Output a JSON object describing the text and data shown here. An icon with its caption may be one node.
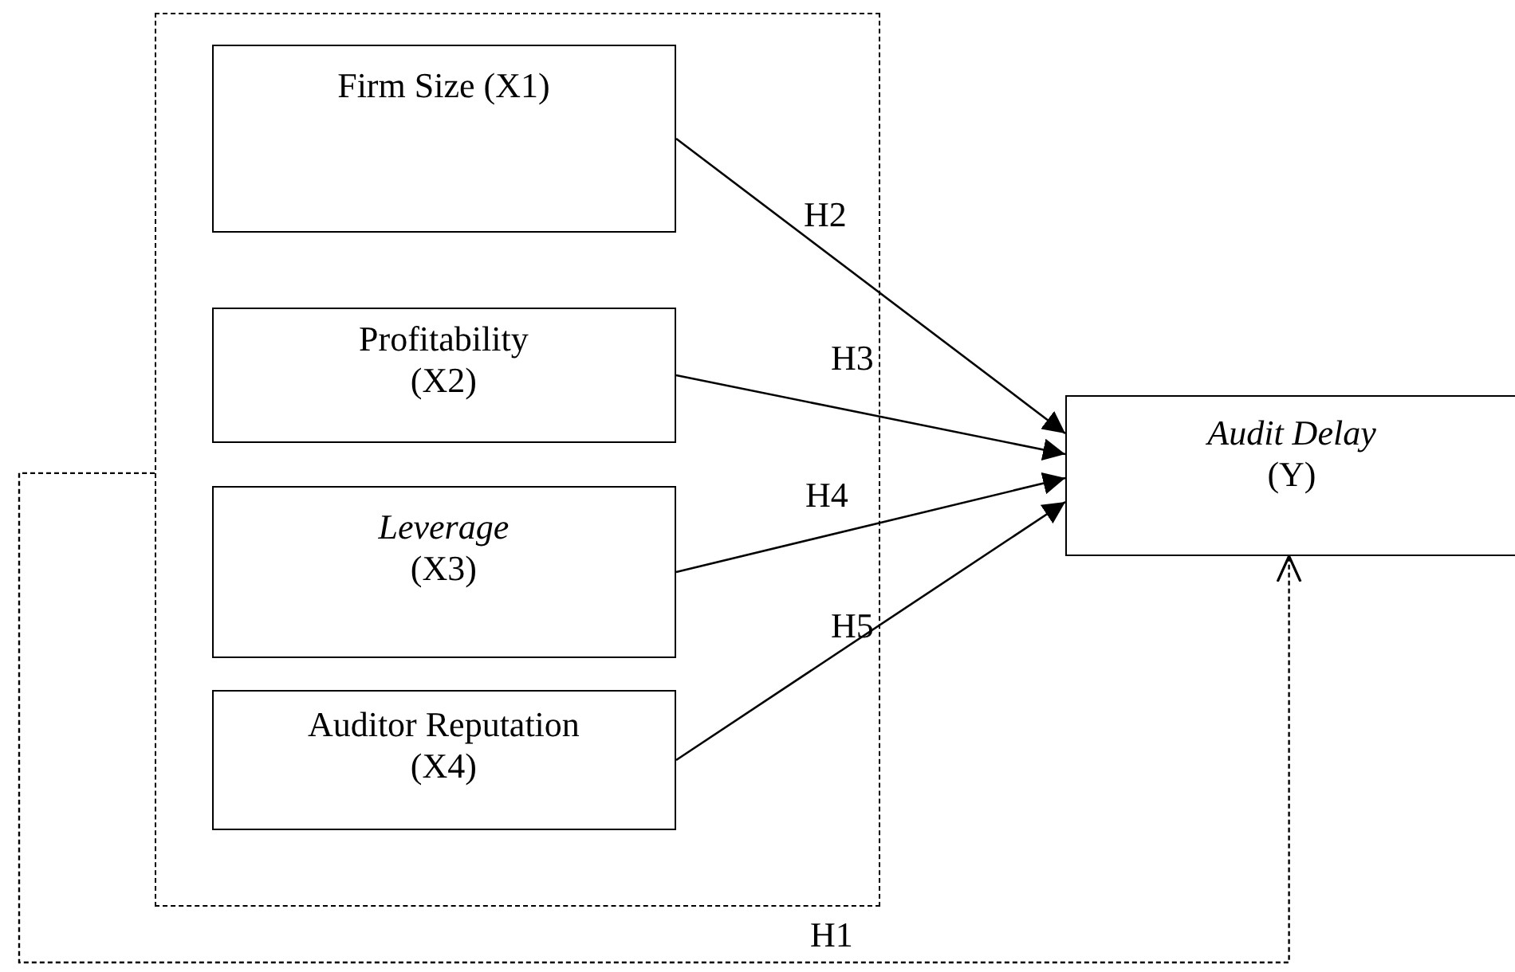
{
  "diagram": {
    "nodes": [
      {
        "text": [],
        "shape": "box"
      },
      {
        "text": [
          "Firm Size (X1)"
        ],
        "in": 0
      },
      {
        "text": [
          "Profitability (X2)"
        ],
        "in": 0
      },
      {
        "text": [
          "*Leverage* (X3)"
        ],
        "in": 0
      },
      {
        "text": [
          "Auditor Reputation (X4)"
        ],
        "in": 0
      },
      {
        "text": [
          "*Audit Delay* (Y)"
        ]
      }
    ],
    "edges": [
      {
        "from": 0,
        "to": 5,
        "arrow": "to",
        "label": "H1",
        "style": "dashed"
      },
      {
        "from": 1,
        "to": 5,
        "arrow": "to",
        "label": "H2"
      },
      {
        "from": 2,
        "to": 5,
        "arrow": "to",
        "label": "H3"
      },
      {
        "from": 3,
        "to": 5,
        "arrow": "to",
        "label": "H4"
      },
      {
        "from": 4,
        "to": 5,
        "arrow": "to",
        "label": "H5"
      }
    ]
  }
}
